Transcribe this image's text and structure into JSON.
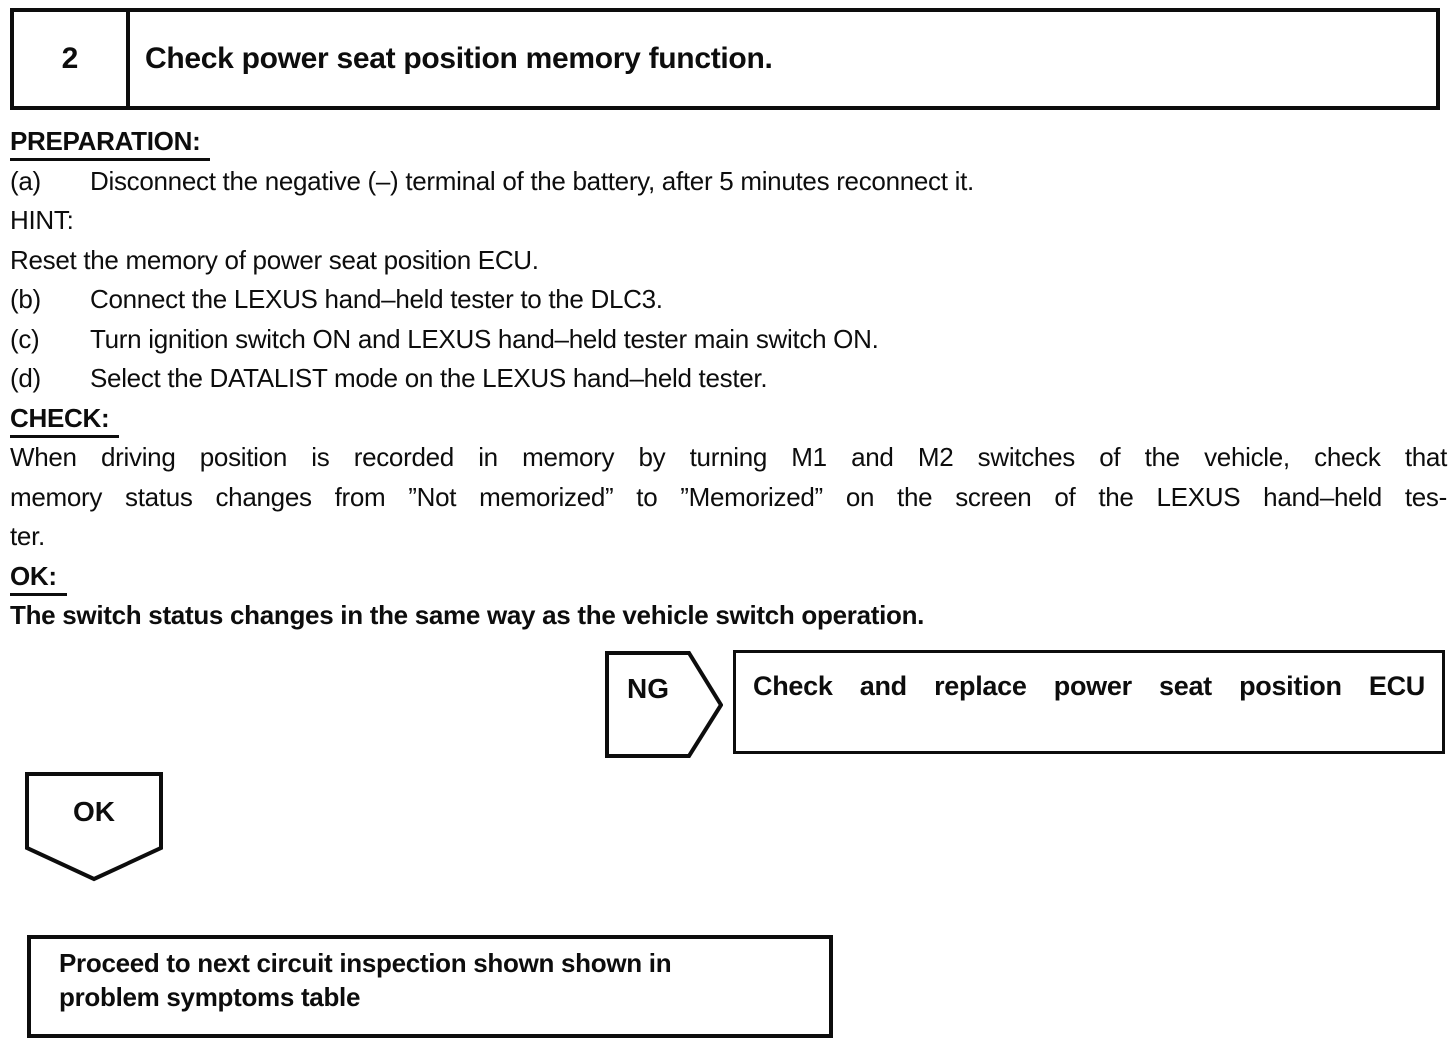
{
  "header": {
    "step_number": "2",
    "title": "Check power seat position memory function."
  },
  "procedure": {
    "preparation_heading": "PREPARATION:",
    "step_a_label": "(a)",
    "step_a_text": "Disconnect the negative (–) terminal of the battery, after 5 minutes reconnect it.",
    "hint_heading": "HINT:",
    "hint_text": "Reset the memory of power seat position ECU.",
    "step_b_label": "(b)",
    "step_b_text": "Connect the LEXUS hand–held tester to the DLC3.",
    "step_c_label": "(c)",
    "step_c_text": "Turn ignition switch ON and LEXUS hand–held tester main switch ON.",
    "step_d_label": "(d)",
    "step_d_text": "Select the DATALIST mode on the LEXUS hand–held tester.",
    "check_heading": "CHECK:",
    "check_line1": "When driving position is recorded in memory by turning M1 and M2 switches of the vehicle, check that",
    "check_line2": "memory status changes from ”Not memorized” to ”Memorized” on the screen of the LEXUS hand–held tes-",
    "check_line3": "ter.",
    "ok_heading": "OK:",
    "ok_criteria": "The switch status changes in the same way as the vehicle switch operation."
  },
  "flow": {
    "ng_label": "NG",
    "ng_action": "Check and replace power seat position ECU",
    "ok_label": "OK",
    "ok_action_line1": "Proceed to next circuit inspection shown shown in",
    "ok_action_line2": "problem symptoms table"
  },
  "colors": {
    "ink": "#0d0d0d",
    "paper": "#ffffff"
  }
}
